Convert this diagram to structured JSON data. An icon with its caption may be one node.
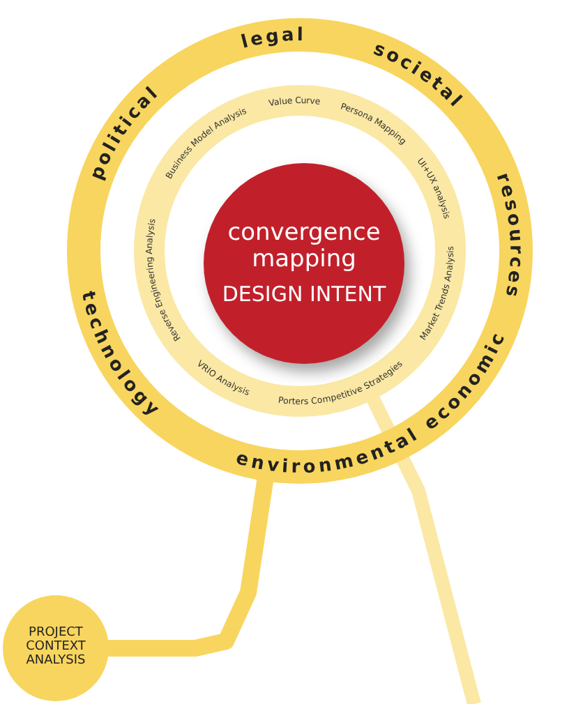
{
  "diagram": {
    "nodes": [
      {
        "text": [
          "political",
          "legal",
          "societal",
          "resources",
          "economic",
          "environmental",
          "technology"
        ]
      },
      {
        "text": [
          "Business Model Analysis",
          "Value Curve",
          "Persona Mapping",
          "UI+UX analysis",
          "Market Trends Analysis",
          "Porters Competitive Strategies",
          "VRIO Analysis",
          "Reverse Engineering Analysis"
        ],
        "in": 0
      },
      {
        "text": [
          "convergence mapping",
          "DESIGN INTENT"
        ],
        "in": 1
      },
      {
        "text": [
          "PROJECT CONTEXT ANALYSIS"
        ]
      }
    ],
    "edges": [
      {
        "from": 3,
        "to": 0,
        "arrow": "none",
        "color": "#f8d55e"
      },
      {
        "from": 1,
        "to": null,
        "arrow": "none",
        "color": "#fbe8a4"
      }
    ]
  }
}
